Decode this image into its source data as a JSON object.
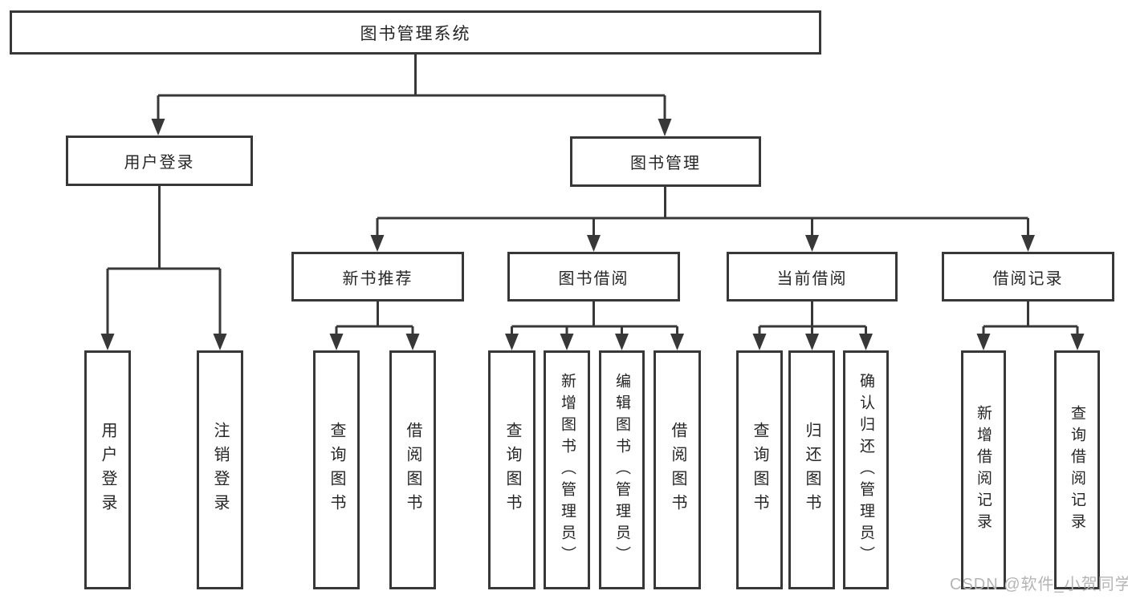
{
  "diagram": {
    "root": {
      "label": "图书管理系统"
    },
    "branches": [
      {
        "label": "用户登录",
        "children": [
          {
            "label": "用户登录"
          },
          {
            "label": "注销登录"
          }
        ]
      },
      {
        "label": "图书管理",
        "children": [
          {
            "label": "新书推荐",
            "children": [
              {
                "label": "查询图书"
              },
              {
                "label": "借阅图书"
              }
            ]
          },
          {
            "label": "图书借阅",
            "children": [
              {
                "label": "查询图书"
              },
              {
                "label": "新增图书（管理员）"
              },
              {
                "label": "编辑图书（管理员）"
              },
              {
                "label": "借阅图书"
              }
            ]
          },
          {
            "label": "当前借阅",
            "children": [
              {
                "label": "查询图书"
              },
              {
                "label": "归还图书"
              },
              {
                "label": "确认归还（管理员）"
              }
            ]
          },
          {
            "label": "借阅记录",
            "children": [
              {
                "label": "新增借阅记录"
              },
              {
                "label": "查询借阅记录"
              }
            ]
          }
        ]
      }
    ]
  },
  "watermark": {
    "text": "CSDN @软件_小贺同学"
  },
  "colors": {
    "line": "#383838",
    "text": "#262626",
    "watermark": "#b5b5b5",
    "background": "#ffffff"
  }
}
